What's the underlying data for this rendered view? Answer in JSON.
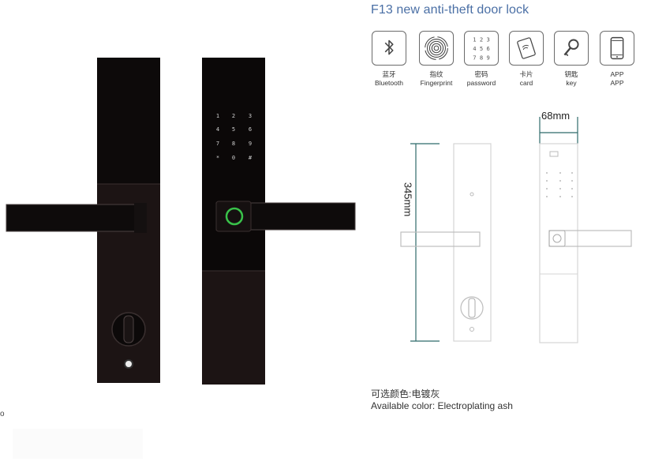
{
  "product": {
    "title": "F13 new anti-theft door lock"
  },
  "features": [
    {
      "icon": "bluetooth-icon",
      "label_cn": "蓝牙",
      "label_en": "Bluetooth"
    },
    {
      "icon": "fingerprint-icon",
      "label_cn": "指纹",
      "label_en": "Fingerprint"
    },
    {
      "icon": "keypad-icon",
      "label_cn": "密码",
      "label_en": "password",
      "digits": [
        "1 2 3",
        "4 5 6",
        "7 8 9"
      ]
    },
    {
      "icon": "card-icon",
      "label_cn": "卡片",
      "label_en": "card"
    },
    {
      "icon": "key-icon",
      "label_cn": "钥匙",
      "label_en": "key"
    },
    {
      "icon": "phone-icon",
      "label_cn": "APP",
      "label_en": "APP"
    }
  ],
  "lock_keypad": [
    "1",
    "2",
    "3",
    "4",
    "5",
    "6",
    "7",
    "8",
    "9",
    "*",
    "0",
    "#"
  ],
  "dimensions": {
    "width": "68mm",
    "height": "345mm"
  },
  "color_info": {
    "cn": "可选颜色:电镀灰",
    "en": "Available color: Electroplating ash"
  },
  "corner_mark": "o",
  "colors": {
    "title": "#4a6fa5",
    "lock_body": "#1c1414",
    "lock_panel": "#0d0a0a",
    "fingerprint_ring": "#39c24a",
    "diagram_line": "#cfcfcf"
  }
}
